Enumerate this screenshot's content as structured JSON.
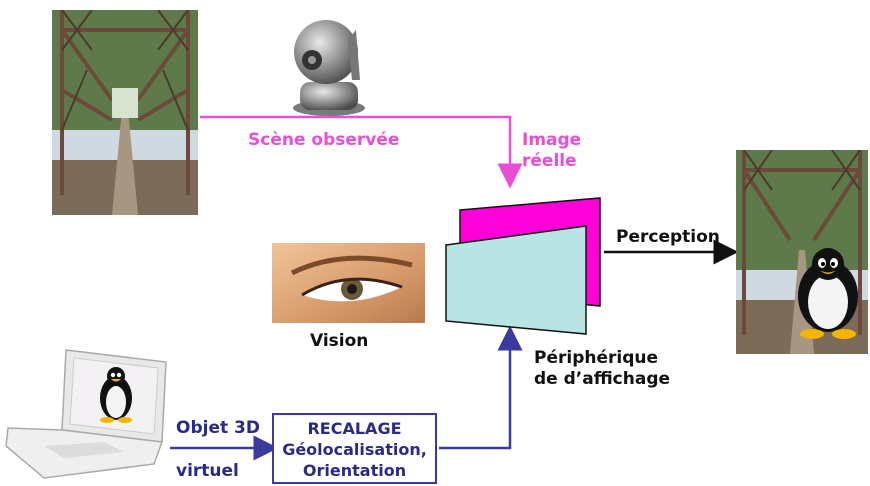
{
  "labels": {
    "scene_observee": "Scène observée",
    "image_reelle_1": "Image",
    "image_reelle_2": "réelle",
    "perception": "Perception",
    "vision": "Vision",
    "peripherique_1": "Périphérique",
    "peripherique_2": "de d’affichage",
    "objet_3d": "Objet 3D",
    "virtuel": "virtuel",
    "recalage_title": "RECALAGE",
    "recalage_line2": "Géolocalisation,",
    "recalage_line3": "Orientation"
  },
  "colors": {
    "pink": "#e84fd6",
    "magenta_screen": "#ff00d8",
    "cyan_screen": "#b8e4e4",
    "navy": "#2a2a8a",
    "black_arrow": "#111111"
  },
  "icons": {
    "camera": "webcam-icon",
    "laptop": "laptop-icon",
    "penguin": "tux-penguin-icon",
    "eye": "eye-photo",
    "bridge": "railway-bridge-photo"
  }
}
